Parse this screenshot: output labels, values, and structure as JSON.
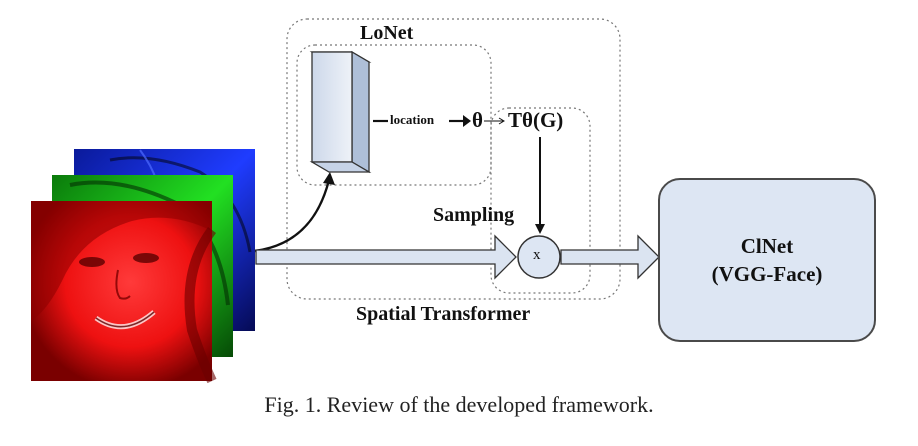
{
  "labels": {
    "lonet": "LoNet",
    "location": "location",
    "theta": "θ",
    "transform": "Tθ(G)",
    "sampling": "Sampling",
    "multiply": "x",
    "spatial_transformer": "Spatial Transformer",
    "clnet_line1": "ClNet",
    "clnet_line2": "(VGG-Face)"
  },
  "caption": "Fig. 1. Review of the developed framework.",
  "colors": {
    "red_channel": "#ff1a1a",
    "green_channel": "#1fd11f",
    "blue_channel": "#1a1aff",
    "box_fill": "#dde6f3",
    "arrow_fill": "#dbe4f1"
  }
}
